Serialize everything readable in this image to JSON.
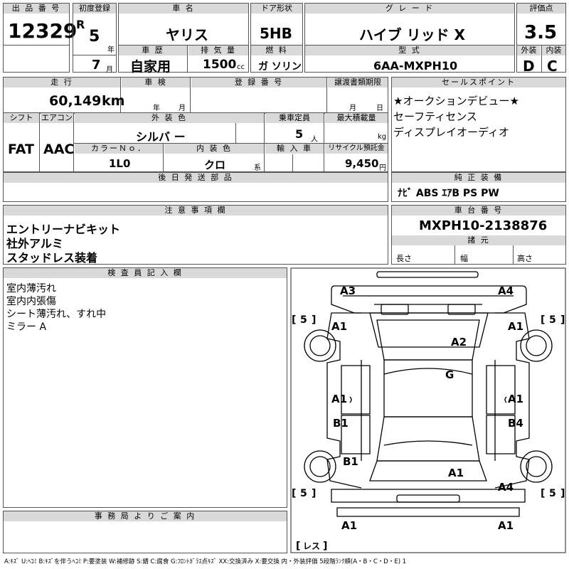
{
  "top": {
    "lot_label": "出 品 番 号",
    "lot_no": "12329",
    "first_reg_label": "初度登録",
    "era": "R",
    "year": "5",
    "year_unit": "年",
    "month": "7",
    "month_unit": "月",
    "car_name_label": "車 名",
    "car_name": "ヤリス",
    "door_label": "ドア形状",
    "door": "5HB",
    "grade_label": "グ レ ー ド",
    "grade": "ハイブ リッド X",
    "score_label": "評価点",
    "score": "3.5",
    "history_label": "車 歴",
    "history": "自家用",
    "displacement_label": "排 気 量",
    "displacement": "1500",
    "displacement_unit": "cc",
    "fuel_label": "燃 料",
    "fuel": "ガ ソリン",
    "model_label": "型 式",
    "model": "6AA-MXPH10",
    "exterior_label": "外装",
    "interior_label": "内装",
    "exterior": "D",
    "interior": "C"
  },
  "row2": {
    "mileage_label": "走 行",
    "mileage": "60,149",
    "mileage_unit": "km",
    "inspection_label": "車 検",
    "inspection_year": "年",
    "inspection_month": "月",
    "registration_label": "登 録 番 号",
    "transfer_label": "譲渡書類期限",
    "transfer_month": "月",
    "transfer_day": "日",
    "sales_label": "セールスポイント",
    "sales_points": [
      "★オークションデビュー★",
      "セーフティセンス",
      "ディスプレイオーディオ"
    ]
  },
  "row3": {
    "shift_label": "シフト",
    "shift": "FAT",
    "aircon_label": "エアコン",
    "aircon": "AAC",
    "ext_color_label": "外 装 色",
    "ext_color": "シルバ ー",
    "capacity_label": "乗車定員",
    "capacity": "5",
    "capacity_unit": "人",
    "load_label": "最大積載量",
    "load_unit": "kg",
    "color_no_label": "カラーＮｏ．",
    "color_no": "1L0",
    "int_color_label": "内 装 色",
    "int_color": "クロ",
    "int_color_unit": "系",
    "import_label": "輸 入 車",
    "recycle_label": "リサイクル預託金",
    "recycle": "9,450",
    "recycle_unit": "円",
    "parts_label": "後 日 発 送 部 品",
    "equipment_label": "純 正 装 備",
    "equipment": "ﾅﾋﾞ  ABS  ｴｱB  PS  PW"
  },
  "notes": {
    "label": "注 意 事 項 欄",
    "lines": [
      "エントリーナビキット",
      "社外アルミ",
      "スタッドレス装着"
    ]
  },
  "chassis": {
    "label": "車 台 番 号",
    "value": "MXPH10-2138876",
    "dims_label": "諸 元",
    "length": "長さ",
    "width": "幅",
    "height": "高さ"
  },
  "inspector": {
    "label": "検 査 員 記 入 欄",
    "lines": [
      "室内薄汚れ",
      "室内内張傷",
      "シート薄汚れ、すれ中",
      "ミラー A"
    ]
  },
  "office": {
    "label": "事 務 局 よ り ご 案 内"
  },
  "diagram": {
    "marks": {
      "front_left": "A3",
      "front_right": "A4",
      "fender_left": "A1",
      "fender_right": "A1",
      "hood": "A2",
      "roof": "G",
      "door_fl": "A1",
      "door_fr": "A1",
      "door_rl": "B1",
      "door_rr": "B4",
      "rear_fender_l": "B1",
      "trunk": "A1",
      "rear_right": "A4",
      "bumper_rl": "A1",
      "bumper_rr": "A1"
    },
    "tire_fl": "5",
    "tire_fr": "5",
    "tire_rl": "5",
    "tire_rr": "5",
    "spare": "レス"
  },
  "legend": "A:ｷｽﾞ  U:ﾍｺﾐ  B:ｷｽﾞを伴うﾍｺﾐ  P:要塗装  W:補修跡  S:錆  C:腐食  G:ﾌﾛﾝﾄｶﾞﾗｽ点ｷｽﾞ  XX:交換済み  X:要交換   内・外装評価  5段階ﾗﾝｸ順(A・B・C・D・E)  1"
}
